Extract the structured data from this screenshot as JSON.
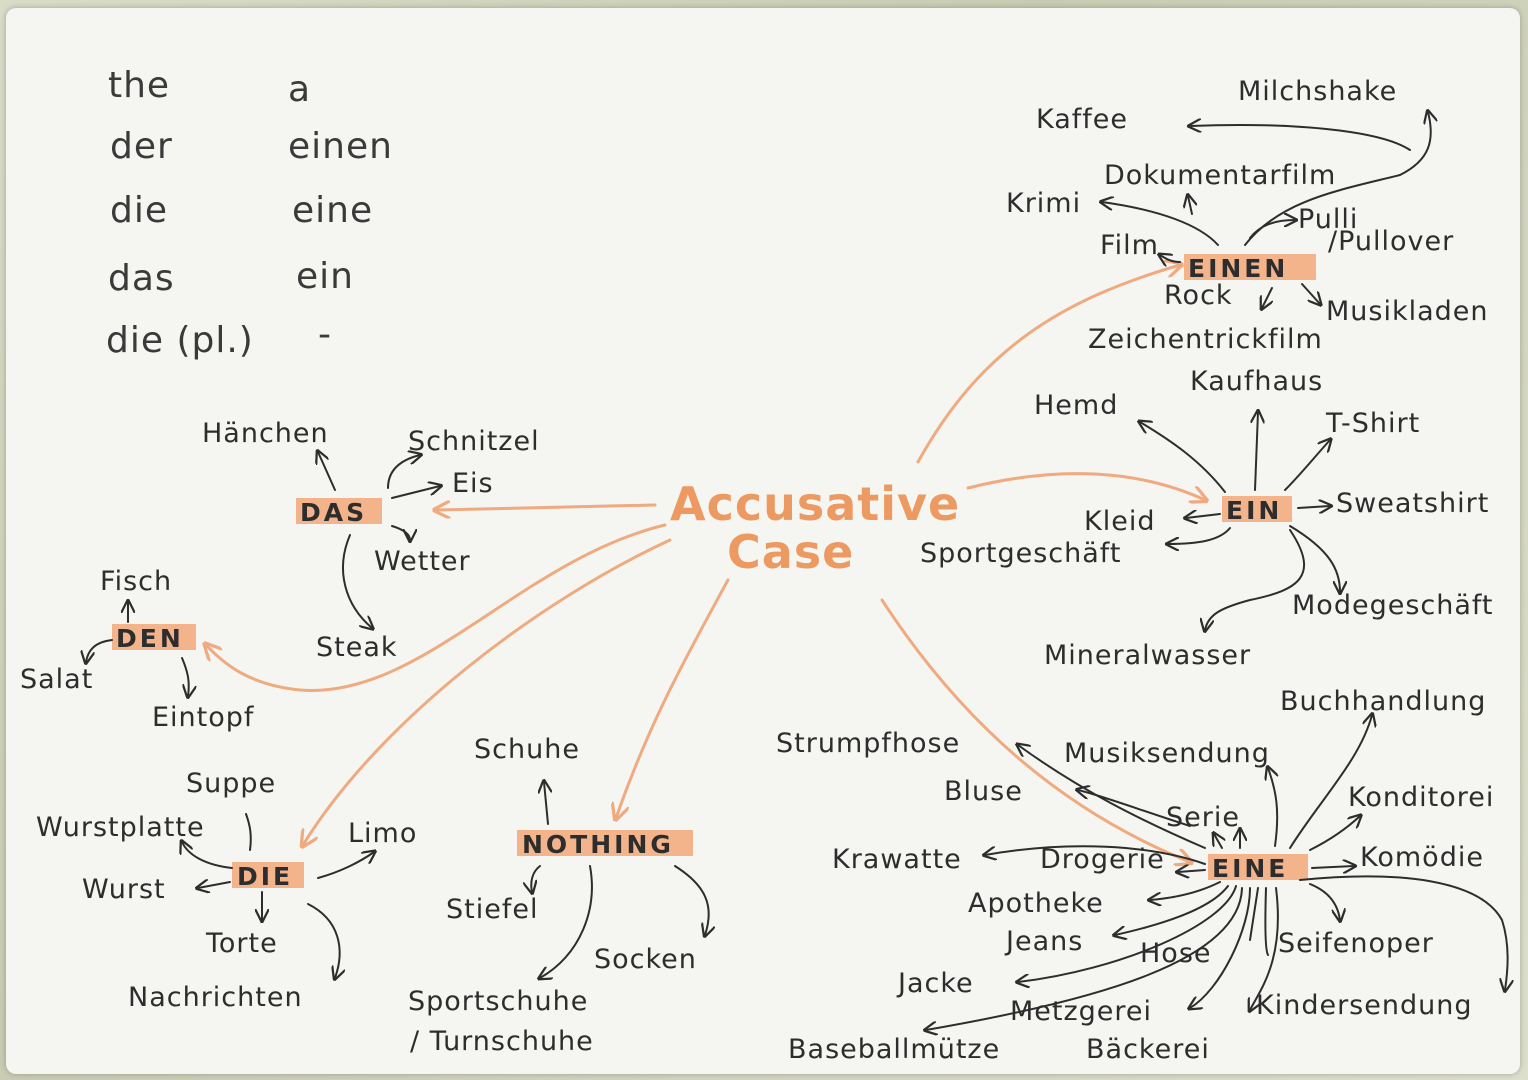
{
  "title": {
    "line1": "Accusative",
    "line2": "Case"
  },
  "table": {
    "rows": [
      {
        "definite": "the",
        "indefinite": "a"
      },
      {
        "definite": "der",
        "indefinite": "einen"
      },
      {
        "definite": "die",
        "indefinite": "eine"
      },
      {
        "definite": "das",
        "indefinite": "ein"
      },
      {
        "definite": "die (pl.)",
        "indefinite": "-"
      }
    ]
  },
  "articles": {
    "das": "DAS",
    "den": "DEN",
    "die": "DIE",
    "nothing": "NOTHING",
    "einen": "EINEN",
    "ein": "EIN",
    "eine": "EINE"
  },
  "das_words": {
    "haenchen": "Hänchen",
    "schnitzel": "Schnitzel",
    "eis": "Eis",
    "wetter": "Wetter",
    "steak": "Steak"
  },
  "den_words": {
    "fisch": "Fisch",
    "salat": "Salat",
    "eintopf": "Eintopf"
  },
  "die_words": {
    "suppe": "Suppe",
    "wurstplatte": "Wurstplatte",
    "limo": "Limo",
    "wurst": "Wurst",
    "torte": "Torte",
    "nachrichten": "Nachrichten"
  },
  "nothing_words": {
    "schuhe": "Schuhe",
    "stiefel": "Stiefel",
    "socken": "Socken",
    "sportschuhe": "Sportschuhe",
    "turnschuhe": "/ Turnschuhe"
  },
  "einen_words": {
    "kaffee": "Kaffee",
    "milchshake": "Milchshake",
    "dokumentarfilm": "Dokumentarfilm",
    "krimi": "Krimi",
    "film": "Film",
    "pulli": "Pulli",
    "pullover": "/Pullover",
    "rock": "Rock",
    "musikladen": "Musikladen",
    "zeichentrickfilm": "Zeichentrickfilm"
  },
  "ein_words": {
    "hemd": "Hemd",
    "kaufhaus": "Kaufhaus",
    "tshirt": "T-Shirt",
    "kleid": "Kleid",
    "sweatshirt": "Sweatshirt",
    "sportgeschaeft": "Sportgeschäft",
    "modegeschaeft": "Modegeschäft",
    "mineralwasser": "Mineralwasser"
  },
  "eine_words": {
    "buchhandlung": "Buchhandlung",
    "strumpfhose": "Strumpfhose",
    "musiksendung": "Musiksendung",
    "bluse": "Bluse",
    "serie": "Serie",
    "konditorei": "Konditorei",
    "krawatte": "Krawatte",
    "drogerie": "Drogerie",
    "komoedie": "Komödie",
    "apotheke": "Apotheke",
    "jeans": "Jeans",
    "hose": "Hose",
    "seifenoper": "Seifenoper",
    "jacke": "Jacke",
    "metzgerei": "Metzgerei",
    "kindersendung": "Kindersendung",
    "baseballmuetze": "Baseballmütze",
    "baeckerei": "Bäckerei"
  },
  "colors": {
    "accent": "#ec9a62",
    "highlight": "#f2a779",
    "ink": "#2d2d2d",
    "paper": "#f5f5f2"
  }
}
